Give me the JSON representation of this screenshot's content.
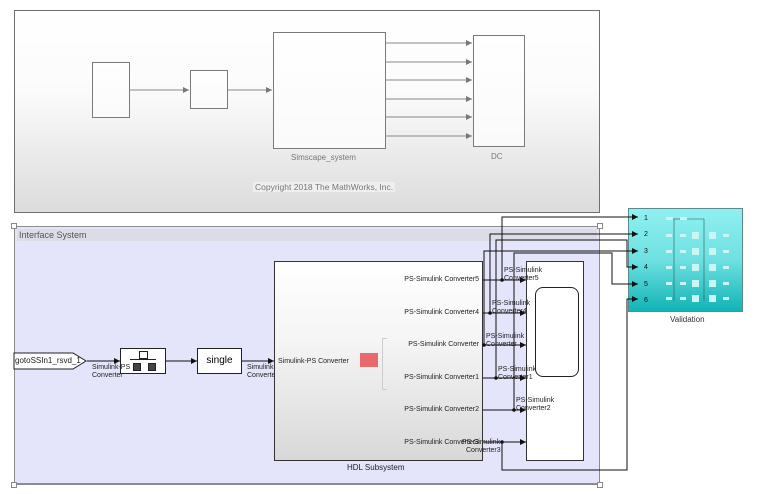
{
  "top_area": {
    "simscape_label": "Simscape_system",
    "dc_label": "DC",
    "copyright": "Copyright 2018 The MathWorks, Inc."
  },
  "interface_area": {
    "title": "Interface System",
    "goto_tag": "gotoSSIn1_rsvd_1",
    "sl_ps_label_line1": "Simulink-PS",
    "sl_ps_label_line2": "Converter",
    "single_label": "single",
    "hdl_label": "HDL Subsystem",
    "hdl_input": "Simulink-PS Converter",
    "hdl_outputs": [
      "PS-Simulink Converter5",
      "PS-Simulink Converter4",
      "PS-Simulink Converter",
      "PS-Simulink Converter1",
      "PS-Simulink Converter2",
      "PS-Simulink Converter3"
    ],
    "signal_labels": [
      {
        "l1": "PS-Simulink",
        "l2": "Converter5"
      },
      {
        "l1": "PS-Simulink",
        "l2": "Converter4"
      },
      {
        "l1": "PS-Simulink",
        "l2": "Converter"
      },
      {
        "l1": "PS-Simulink",
        "l2": "Converter1"
      },
      {
        "l1": "PS-Simulink",
        "l2": "Converter2"
      },
      {
        "l1": "PS-Simulink",
        "l2": "Converter3"
      }
    ]
  },
  "validation": {
    "label": "Validation",
    "ports": [
      "1",
      "2",
      "3",
      "4",
      "5",
      "6"
    ]
  },
  "colors": {
    "interface_bg": "#e4e4fb",
    "validation_top": "#8ff0f0",
    "validation_bottom": "#12b4b6",
    "hdl_red_block": "#e86a6a"
  }
}
